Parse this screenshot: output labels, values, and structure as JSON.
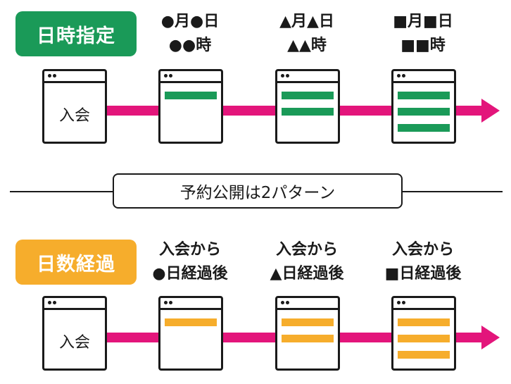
{
  "top": {
    "badge": "日時指定",
    "first_window_text": "入会",
    "labels": [
      {
        "line1": "●月●日",
        "line2": "●●時"
      },
      {
        "line1": "▲月▲日",
        "line2": "▲▲時"
      },
      {
        "line1": "■月■日",
        "line2": "■■時"
      }
    ]
  },
  "divider": {
    "text": "予約公開は2パターン"
  },
  "bottom": {
    "badge": "日数経過",
    "first_window_text": "入会",
    "labels": [
      {
        "line1": "入会から",
        "line2": "●日経過後"
      },
      {
        "line1": "入会から",
        "line2": "▲日経過後"
      },
      {
        "line1": "入会から",
        "line2": "■日経過後"
      }
    ]
  },
  "colors": {
    "green": "#1a9a58",
    "orange": "#f6ad2c",
    "arrow": "#e3157b"
  }
}
